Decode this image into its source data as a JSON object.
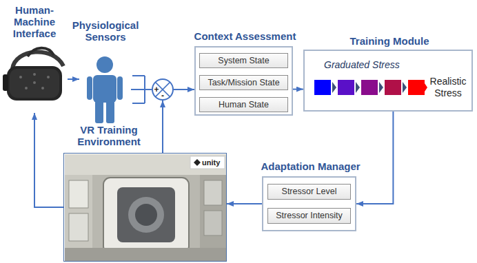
{
  "diagram": {
    "nodes": [
      {
        "text": [
          "Human-Machine Interface"
        ]
      },
      {
        "text": [
          "Physiological Sensors"
        ]
      },
      {
        "text": [
          "+",
          "-"
        ]
      },
      {
        "text": [
          "Context Assessment"
        ]
      },
      {
        "text": [
          "System State"
        ],
        "in": 3
      },
      {
        "text": [
          "Task/Mission State"
        ],
        "in": 3
      },
      {
        "text": [
          "Human State"
        ],
        "in": 3
      },
      {
        "text": [
          "Training Module",
          "Graduated Stress",
          "Realistic Stress"
        ]
      },
      {
        "text": [
          "Adaptation Manager"
        ]
      },
      {
        "text": [
          "Stressor Level"
        ],
        "in": 8
      },
      {
        "text": [
          "Stressor Intensity"
        ],
        "in": 8
      },
      {
        "text": [
          "VR Training Environment"
        ]
      }
    ],
    "edges": [
      {
        "from": 0,
        "to": 1,
        "arrow": "to"
      },
      {
        "from": 1,
        "to": 2,
        "arrow": "none"
      },
      {
        "from": 2,
        "to": 3,
        "arrow": "to"
      },
      {
        "from": 3,
        "to": 7,
        "arrow": "to"
      },
      {
        "from": 7,
        "to": 8,
        "arrow": "to"
      },
      {
        "from": 8,
        "to": 11,
        "arrow": "to"
      },
      {
        "from": 11,
        "to": 0,
        "arrow": "to"
      },
      {
        "from": 11,
        "to": 2,
        "arrow": "to"
      }
    ],
    "labels": [
      "unity"
    ]
  }
}
